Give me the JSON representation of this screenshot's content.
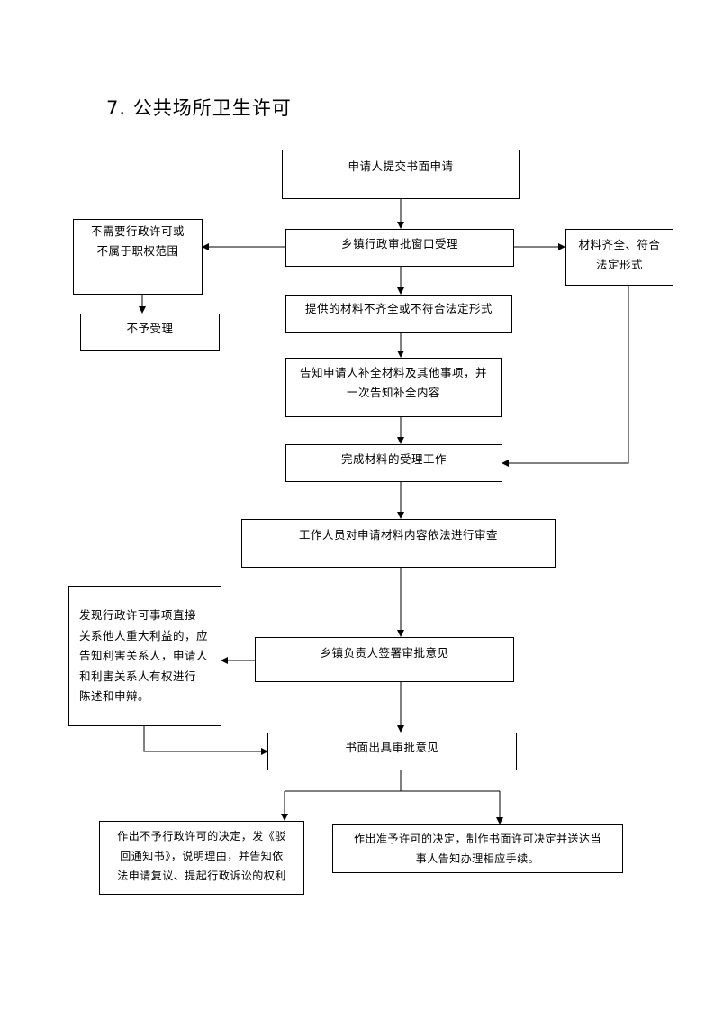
{
  "title": "7. 公共场所卫生许可",
  "nodes": {
    "apply": "申请人提交书面申请",
    "accept_window": "乡镇行政审批窗口受理",
    "not_needed": "不需要行政许可或\n不属于职权范围",
    "reject": "不予受理",
    "complete_materials": "材料齐全、符合\n法定形式",
    "incomplete": "提供的材料不齐全或不符合法定形式",
    "notify_supplement": "告知申请人补全材料及其他事项，并\n一次告知补全内容",
    "finish_acceptance": "完成材料的受理工作",
    "review": "工作人员对申请材料内容依法进行审查",
    "interest_notice": "发现行政许可事项直接\n关系他人重大利益的，应\n告知利害关系人，申请人\n和利害关系人有权进行\n陈述和申辩。",
    "sign_opinion": "乡镇负责人签署审批意见",
    "written_opinion": "书面出具审批意见",
    "deny_decision": "作出不予行政许可的决定，发《驳\n回通知书》，说明理由，并告知依\n法申请复议、提起行政诉讼的权利",
    "approve_decision": "作出准予许可的决定，制作书面许可决定并送达当\n事人告知办理相应手续。"
  }
}
